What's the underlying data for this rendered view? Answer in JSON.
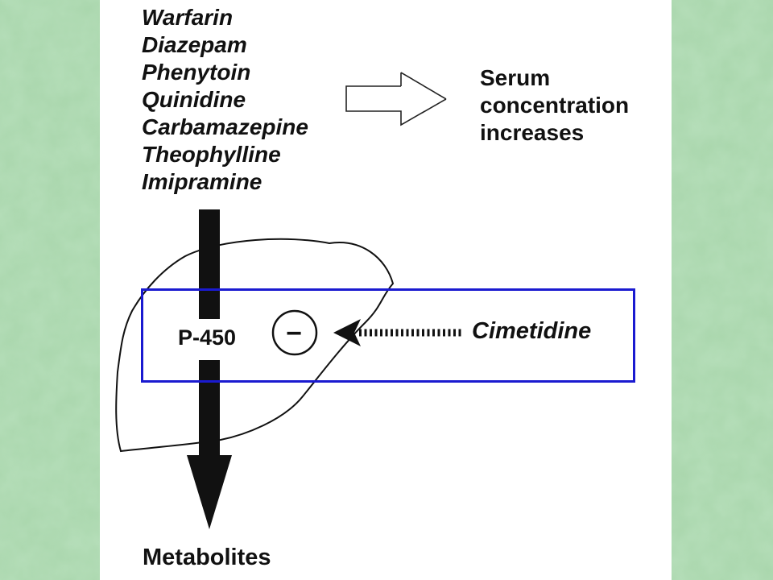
{
  "theme": {
    "background": "#a9d6ac",
    "panel": "#ffffff",
    "ink": "#111111",
    "highlight": "#1a1ad0"
  },
  "drugs": [
    "Warfarin",
    "Diazepam",
    "Phenytoin",
    "Quinidine",
    "Carbamazepine",
    "Theophylline",
    "Imipramine"
  ],
  "effect_lines": [
    "Serum",
    "concentration",
    "increases"
  ],
  "enzyme_label": "P-450",
  "inhibition_symbol": "−",
  "inhibitor_label": "Cimetidine",
  "product_label": "Metabolites",
  "icons": {
    "effect_arrow": "outline-right-arrow-icon",
    "inhibition_arrow": "dashed-left-arrow-icon",
    "metabolism_arrow": "down-arrow-icon"
  }
}
